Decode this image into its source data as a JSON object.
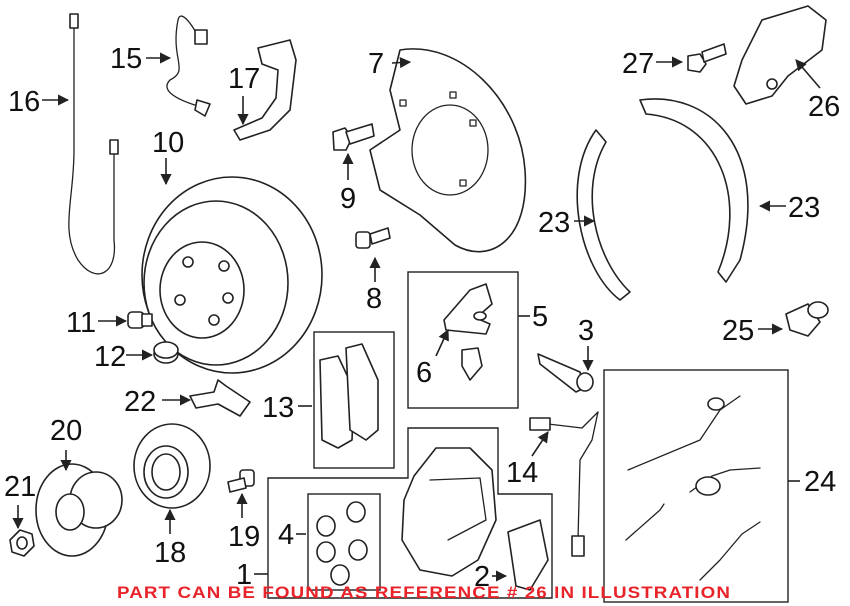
{
  "callouts": {
    "c1": "1",
    "c2": "2",
    "c3": "3",
    "c4": "4",
    "c5": "5",
    "c6": "6",
    "c7": "7",
    "c8": "8",
    "c9": "9",
    "c10": "10",
    "c11": "11",
    "c12": "12",
    "c13": "13",
    "c14": "14",
    "c15": "15",
    "c16": "16",
    "c17": "17",
    "c18": "18",
    "c19": "19",
    "c20": "20",
    "c21": "21",
    "c22": "22",
    "c23a": "23",
    "c23b": "23",
    "c24": "24",
    "c25": "25",
    "c26": "26",
    "c27": "27"
  },
  "note": {
    "text": "PART CAN BE FOUND AS REFERENCE # 26 IN ILLUSTRATION",
    "color": "#e8232a"
  }
}
